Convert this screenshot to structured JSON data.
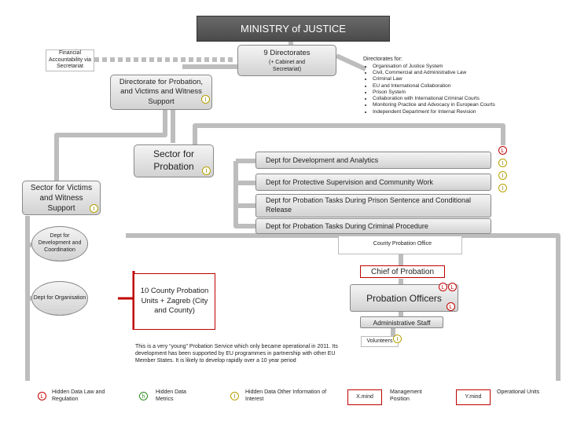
{
  "title": "MINISTRY of JUSTICE",
  "financial": "Financial Accountability via Secretariat",
  "directorates": {
    "label": "9 Directorates",
    "sub": "(+ Cabinet and Secretariat)"
  },
  "directorates_for": {
    "heading": "Directorates for:",
    "items": [
      "Organisation of Justice System",
      "Civil, Commercial and Administrative Law",
      "Criminal Law",
      "EU and International Collaboration",
      "Prison System",
      "Collaboration with International Criminal Courts",
      "Monitoring Practice and Advocacy in European Courts",
      "Independent Department for Internal Revision"
    ]
  },
  "directorate_probation": "Directorate for Probation, and Victims and Witness Support",
  "sector_probation": "Sector for Probation",
  "sector_victims": "Sector for Victims and Witness Support",
  "depts": [
    "Dept for Development and Analytics",
    "Dept for Protective Supervision and Community Work",
    "Dept for Probation Tasks During Prison Sentence and Conditional Release",
    "Dept for Probation Tasks During Criminal Procedure"
  ],
  "dept_dev_coord": "Dept for Development and Coordination",
  "dept_org": "Dept for Organisation",
  "county_office": "County Probation Office",
  "chief": "Chief of Probation",
  "probation_officers": "Probation Officers",
  "admin_staff": "Administrative Staff",
  "volunteers": "Volunteers",
  "county_units": "10 County Probation Units + Zagreb (City and County)",
  "note": "This is a very “young” Probation Service which only became operational in 2011. Its development has been supported by EU programmes in partnership with other EU Member States. It is likely to develop rapidly over a 10 year period",
  "badges": {
    "L": "L",
    "I": "I",
    "h": "h"
  },
  "legend": {
    "l": "Hidden Data Law and Regulation",
    "m": "Hidden Data Metrics",
    "i": "Hidden Data Other Information of Interest",
    "xmind_box": "X.mind",
    "management": "Management Position",
    "ymind_box": "Y.mind",
    "operational": "Operational Units"
  },
  "colors": {
    "arrow": "#bfbfbf",
    "dark": "#555555",
    "red": "#c00000",
    "green": "#2e8b22"
  }
}
